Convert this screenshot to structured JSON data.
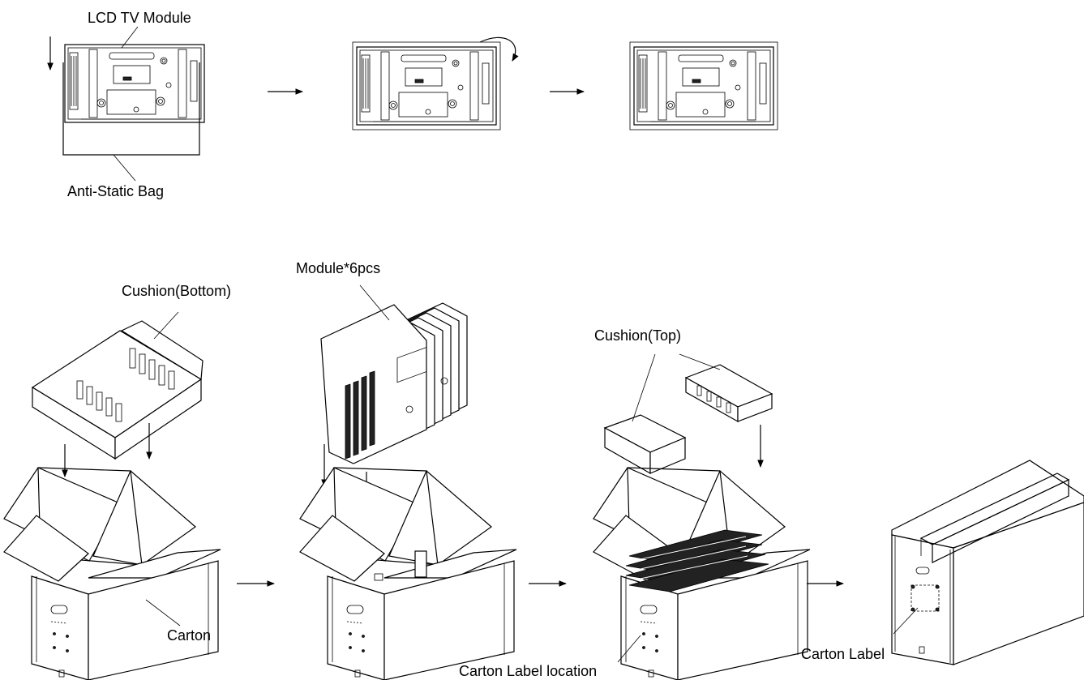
{
  "labels": {
    "lcd_module": "LCD TV Module",
    "anti_static_bag": "Anti-Static Bag",
    "cushion_bottom": "Cushion(Bottom)",
    "module_6pcs": "Module*6pcs",
    "cushion_top": "Cushion(Top)",
    "carton": "Carton",
    "carton_label_location": "Carton Label location",
    "carton_label": "Carton Label"
  }
}
